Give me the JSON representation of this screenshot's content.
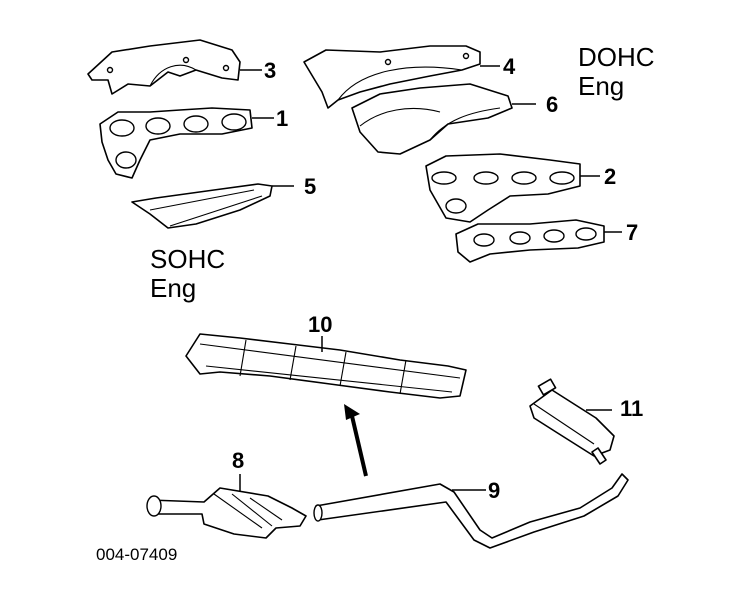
{
  "engine_labels": {
    "dohc_line1": "DOHC",
    "dohc_line2": "Eng",
    "sohc_line1": "SOHC",
    "sohc_line2": "Eng"
  },
  "callouts": [
    "1",
    "2",
    "3",
    "4",
    "5",
    "6",
    "7",
    "8",
    "9",
    "10",
    "11"
  ],
  "figure_code": "004-07409"
}
